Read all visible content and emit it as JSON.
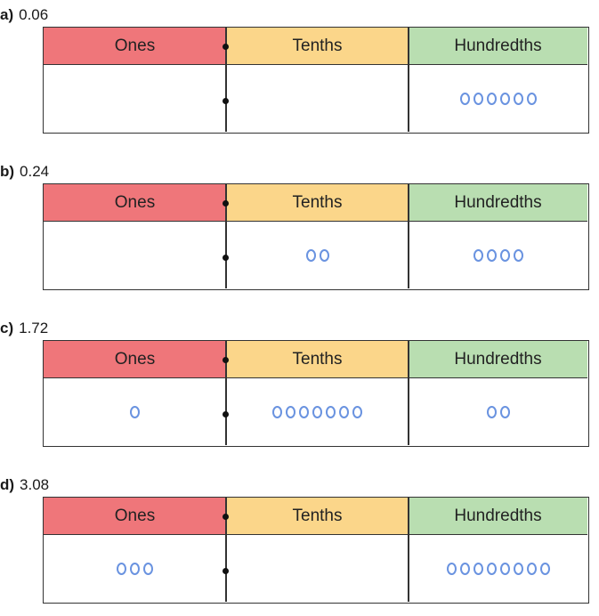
{
  "colors": {
    "ones": "#ef767a",
    "tenths": "#fbd68a",
    "hundredths": "#b9deb1",
    "counter": "#6a93e0"
  },
  "headers": {
    "ones": "Ones",
    "tenths": "Tenths",
    "hundredths": "Hundredths"
  },
  "problems": [
    {
      "letter": "a)",
      "number": "0.06",
      "ones": 0,
      "tenths": 0,
      "hundredths": 6
    },
    {
      "letter": "b)",
      "number": "0.24",
      "ones": 0,
      "tenths": 2,
      "hundredths": 4
    },
    {
      "letter": "c)",
      "number": "1.72",
      "ones": 1,
      "tenths": 7,
      "hundredths": 2
    },
    {
      "letter": "d)",
      "number": "3.08",
      "ones": 3,
      "tenths": 0,
      "hundredths": 8
    }
  ]
}
